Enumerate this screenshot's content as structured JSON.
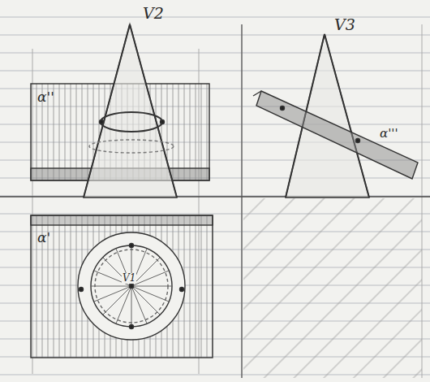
{
  "diagram": {
    "labels": [
      "V2",
      "V3",
      "α''",
      "α'''",
      "α'",
      "V1"
    ]
  }
}
